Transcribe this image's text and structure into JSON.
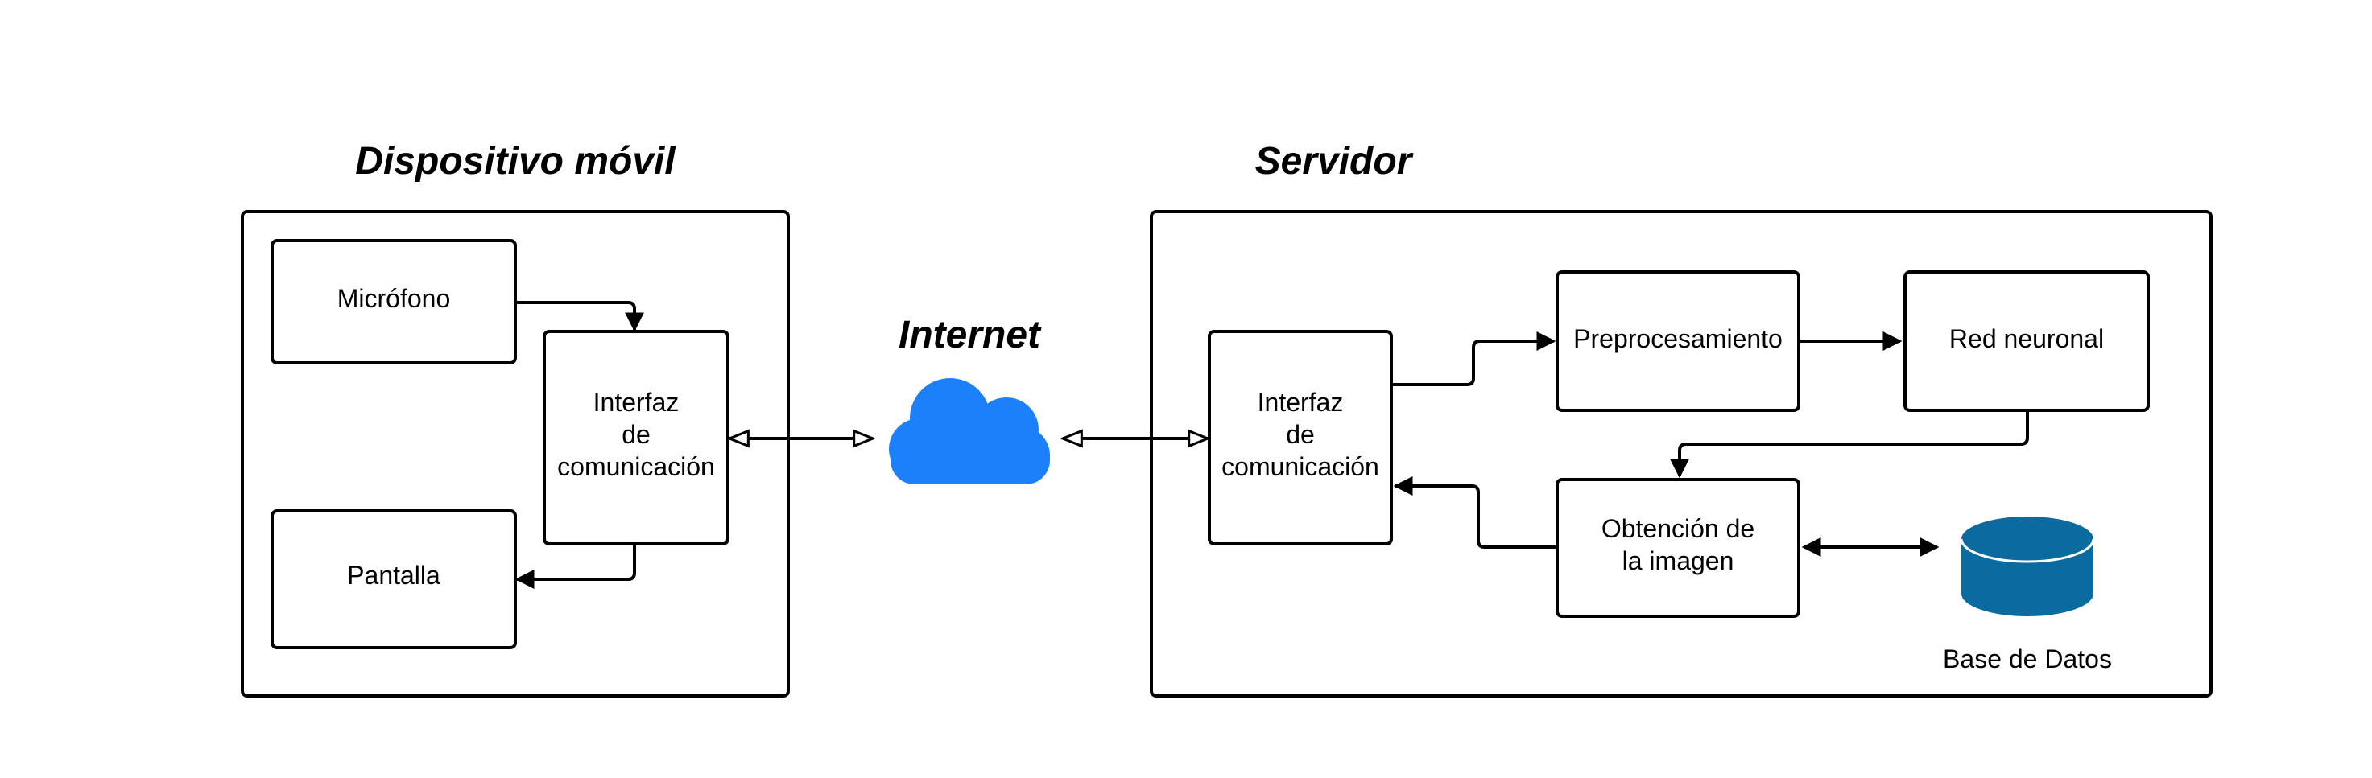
{
  "titles": {
    "device": "Dispositivo móvil",
    "server": "Servidor",
    "internet": "Internet"
  },
  "device": {
    "microphone": "Micrófono",
    "interface": [
      "Interfaz",
      "de",
      "comunicación"
    ],
    "screen": "Pantalla"
  },
  "server": {
    "interface": [
      "Interfaz",
      "de",
      "comunicación"
    ],
    "preprocessing": "Preprocesamiento",
    "neural_network": "Red neuronal",
    "image_retrieval": [
      "Obtención de",
      "la imagen"
    ],
    "database": "Base de Datos"
  },
  "colors": {
    "cloud": "#1c80fb",
    "database": "#0b6a9e",
    "stroke": "#000000"
  },
  "icons": {
    "internet": "cloud-icon",
    "database": "database-icon"
  }
}
